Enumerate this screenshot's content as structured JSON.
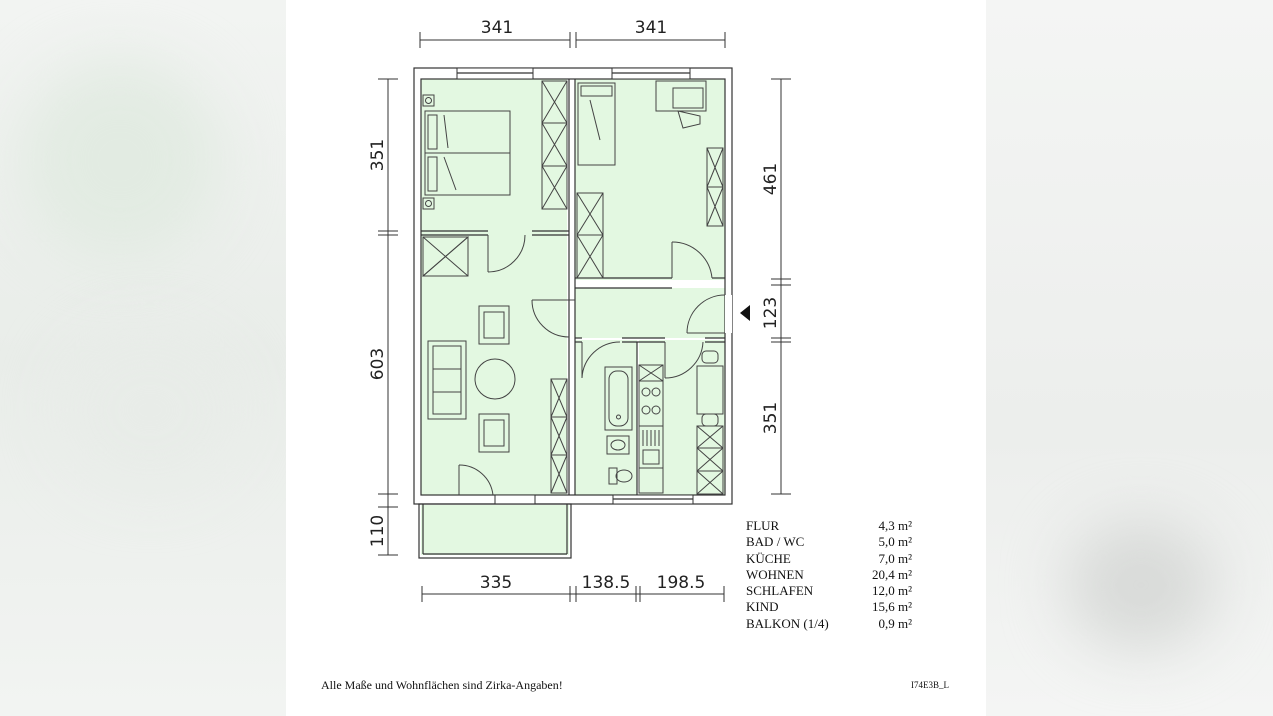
{
  "dimensions": {
    "top": [
      "341",
      "341"
    ],
    "bottom": [
      "335",
      "138.5",
      "198.5"
    ],
    "left": [
      "351",
      "603",
      "110"
    ],
    "right": [
      "461",
      "123",
      "351"
    ]
  },
  "areas": [
    {
      "room": "FLUR",
      "value": "4,3 m²"
    },
    {
      "room": "BAD / WC",
      "value": "5,0 m²"
    },
    {
      "room": "KÜCHE",
      "value": "7,0 m²"
    },
    {
      "room": "WOHNEN",
      "value": "20,4 m²"
    },
    {
      "room": "SCHLAFEN",
      "value": "12,0 m²"
    },
    {
      "room": "KIND",
      "value": "15,6 m²"
    },
    {
      "room": "BALKON (1/4)",
      "value": "0,9 m²"
    }
  ],
  "footnote": "Alle Maße und Wohnflächen sind Zirka-Angaben!",
  "plan_code": "I74E3B_L",
  "colors": {
    "room_fill": "#e3f8e1",
    "wall": "#333333",
    "background": "#ffffff"
  }
}
